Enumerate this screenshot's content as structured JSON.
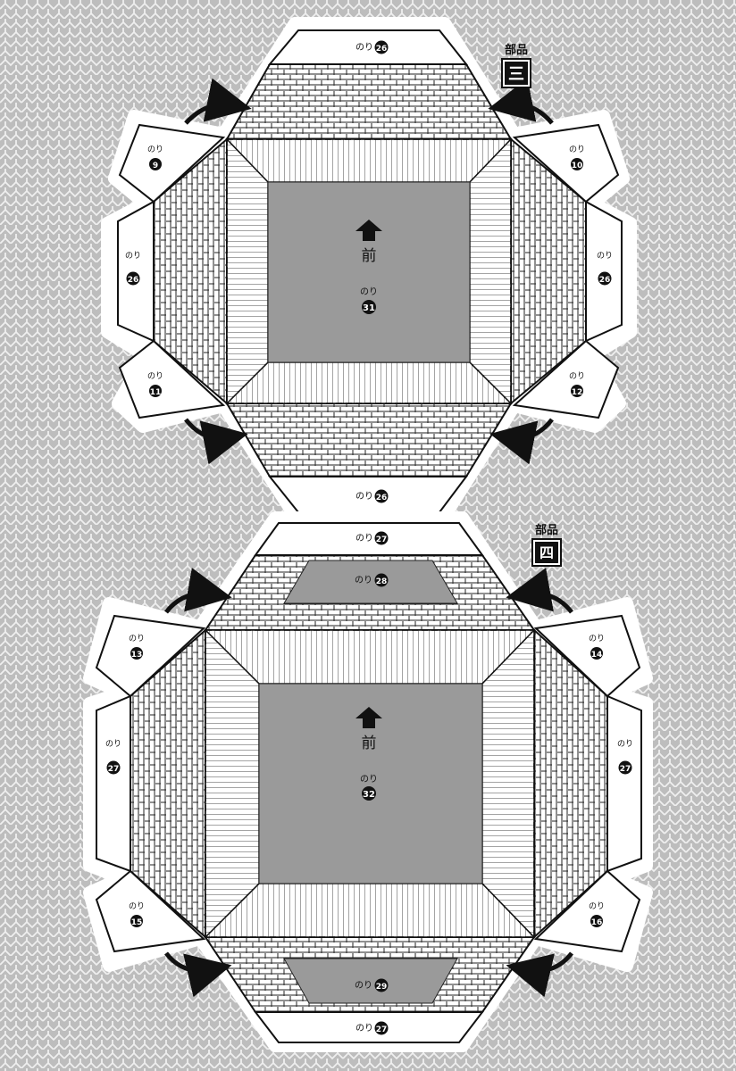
{
  "glue_label": "のり",
  "front_label": "前",
  "part_word": "部品",
  "colors": {
    "background": "#bdbdbd",
    "pattern_line": "#efefef",
    "paper": "#ffffff",
    "ink": "#111111",
    "center_gray": "#9a9a9a",
    "badge": "#111111"
  },
  "parts": [
    {
      "id": "part-3",
      "title_kanji": "三",
      "center_number": "31",
      "top_tab_number": "26",
      "bottom_tab_number": "26",
      "left_tab_number": "26",
      "right_tab_number": "26",
      "corner_numbers": {
        "top_left": "9",
        "top_right": "10",
        "bottom_left": "11",
        "bottom_right": "12"
      }
    },
    {
      "id": "part-4",
      "title_kanji": "四",
      "center_number": "32",
      "top_tab_number": "27",
      "bottom_tab_number": "27",
      "left_tab_number": "27",
      "right_tab_number": "27",
      "inner_top_number": "28",
      "inner_bottom_number": "29",
      "corner_numbers": {
        "top_left": "13",
        "top_right": "14",
        "bottom_left": "15",
        "bottom_right": "16"
      }
    }
  ]
}
